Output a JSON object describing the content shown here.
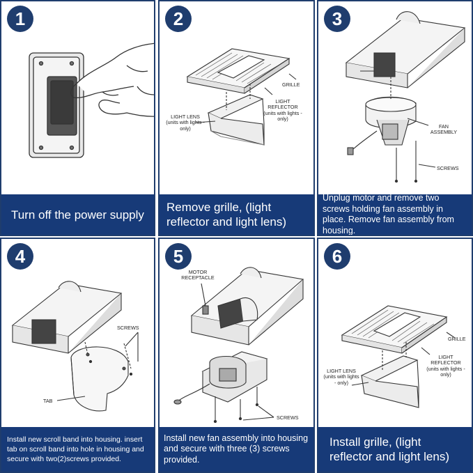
{
  "steps": [
    {
      "number": "1",
      "caption": "Turn off the power supply",
      "labels": {}
    },
    {
      "number": "2",
      "caption": "Remove grille, (light reflector and light lens)",
      "labels": {
        "grille": "GRILLE",
        "reflector": "LIGHT REFLECTOR (units with lights - only)",
        "lens": "LIGHT LENS (units with lights - only)"
      }
    },
    {
      "number": "3",
      "caption": "Unplug motor and remove two screws holding fan assembly in place. Remove fan assembly from housing.",
      "labels": {
        "fan": "FAN ASSEMBLY",
        "screws": "SCREWS"
      }
    },
    {
      "number": "4",
      "caption": "Install new scroll band into housing. insert tab on scroll band into hole in housing and secure with two(2)screws provided.",
      "labels": {
        "screws": "SCREWS",
        "tab": "TAB"
      }
    },
    {
      "number": "5",
      "caption": "Install new fan assembly into housing and secure with three (3) screws provided.",
      "labels": {
        "receptacle": "MOTOR RECEPTACLE",
        "screws": "SCREWS"
      }
    },
    {
      "number": "6",
      "caption": "Install grille, (light reflector and light lens)",
      "labels": {
        "grille": "GRILLE",
        "reflector": "LIGHT REFLECTOR (units with lights - only)",
        "lens": "LIGHT LENS (units with lights - only)"
      }
    }
  ],
  "colors": {
    "frame": "#1f3d6e",
    "caption_bg": "#173a78",
    "caption_text": "#ffffff",
    "line_art": "#333333"
  }
}
